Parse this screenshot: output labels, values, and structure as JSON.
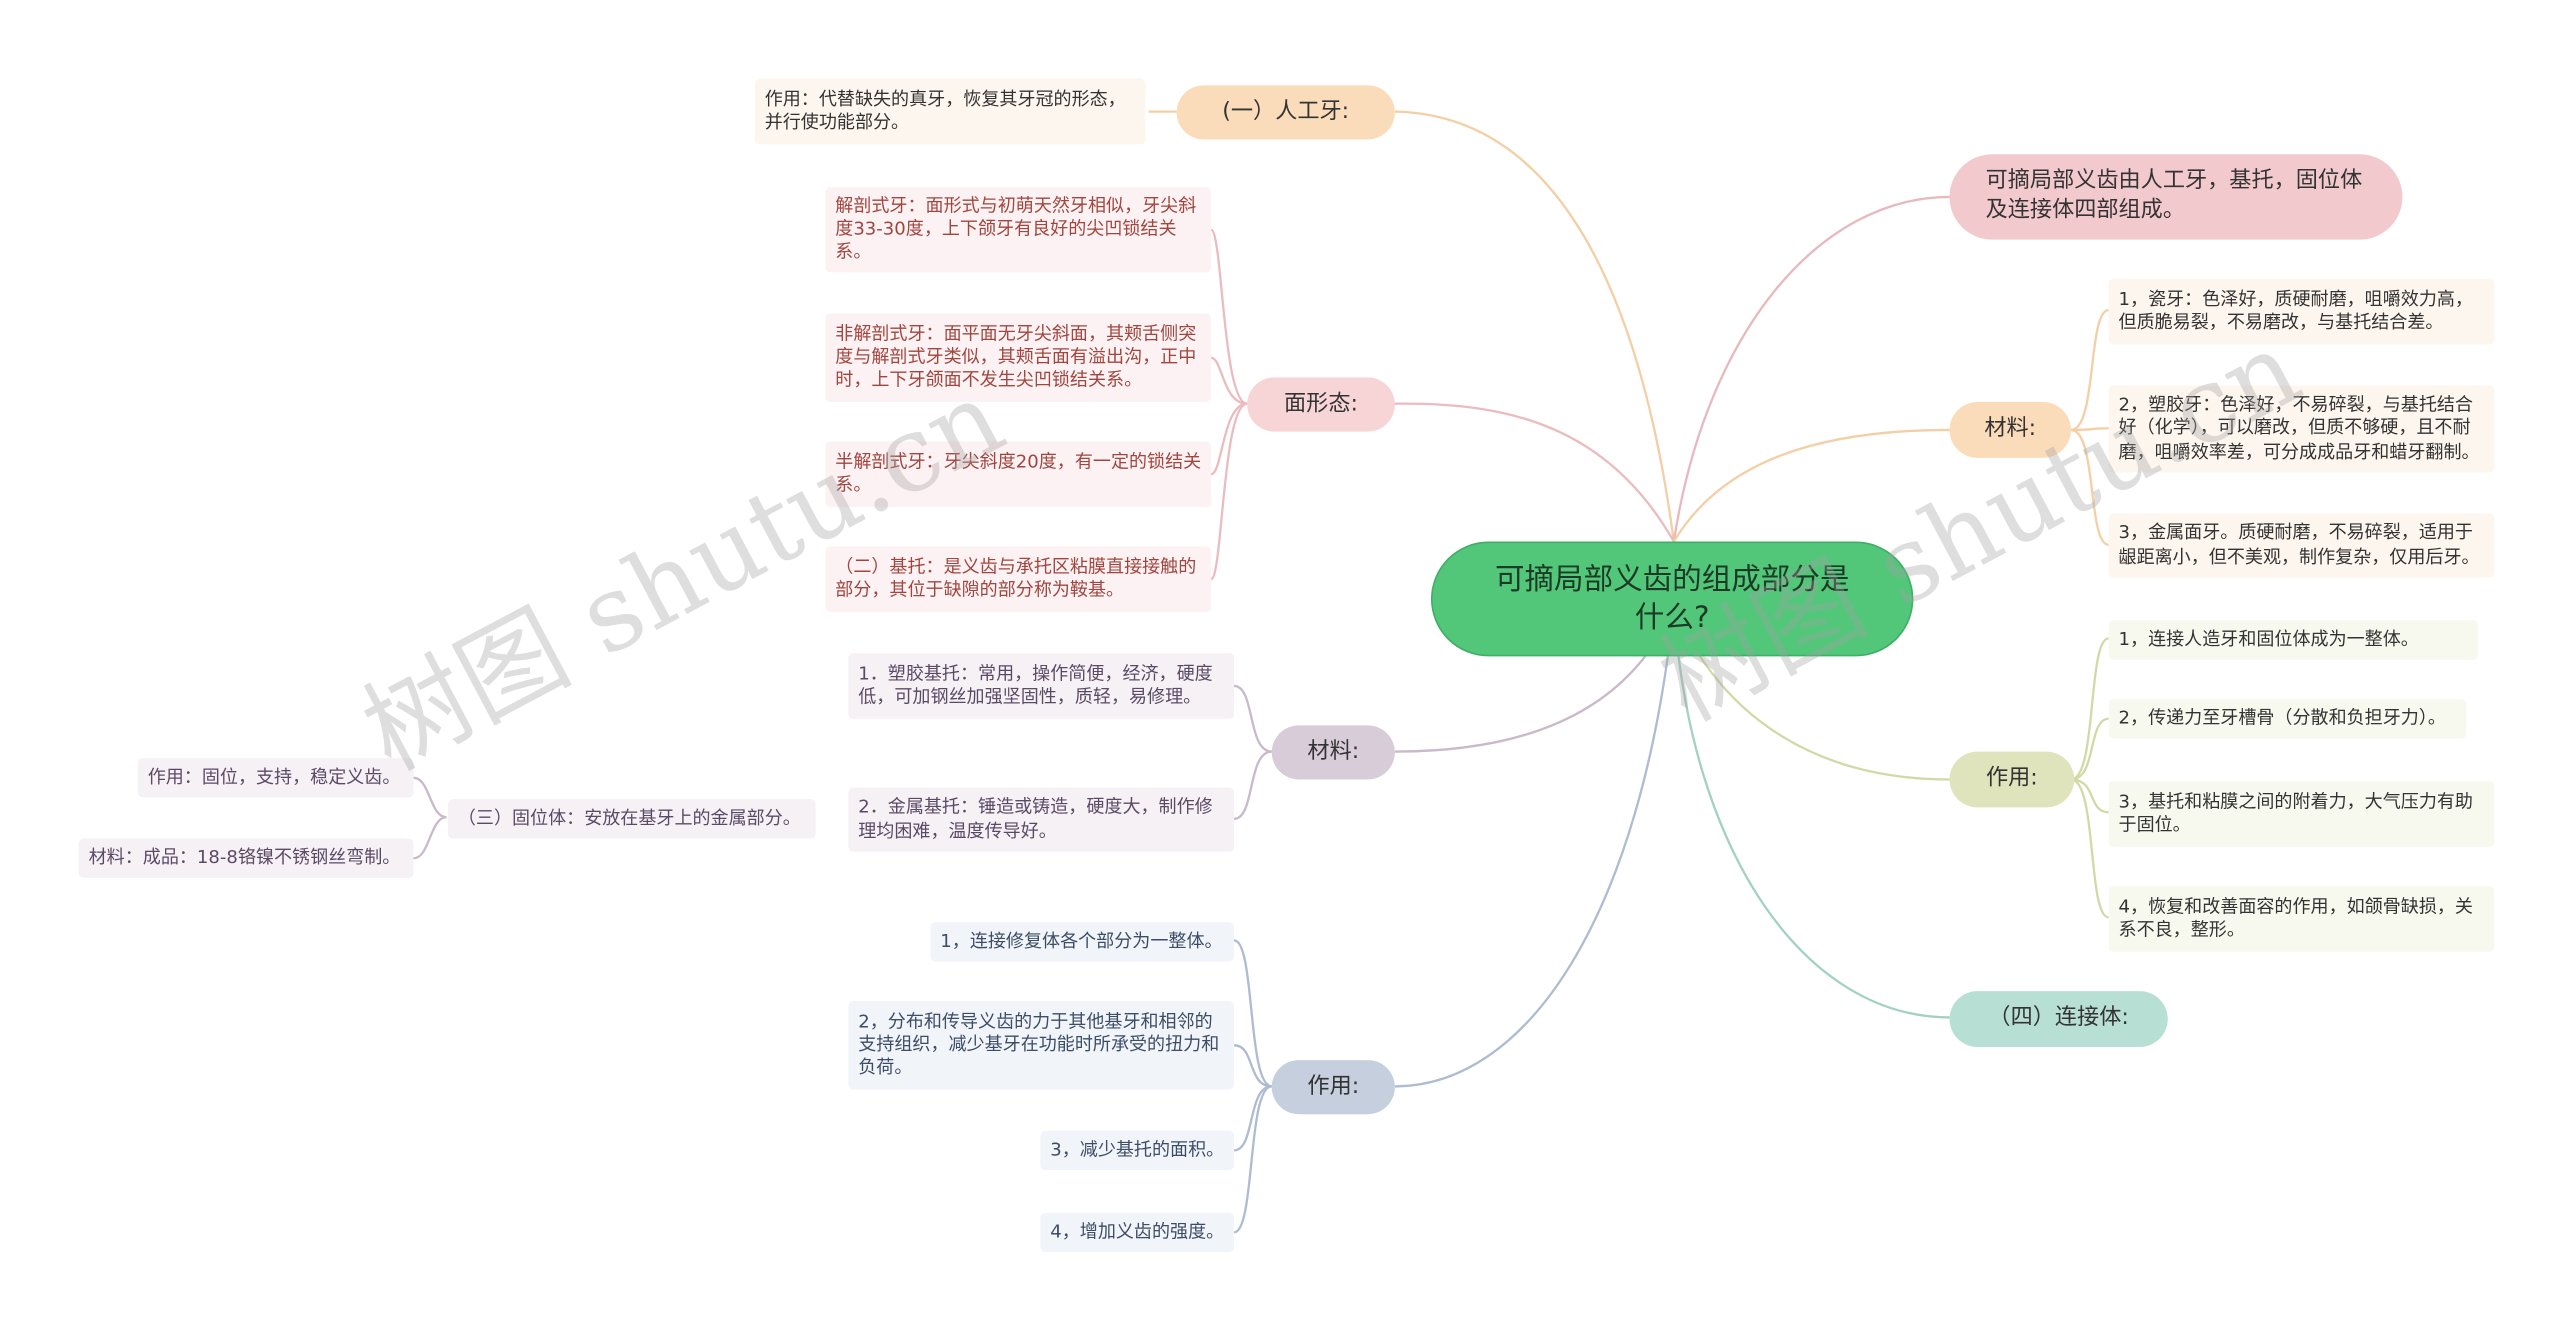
{
  "root": "可摘局部义齿的组成部分是什么?",
  "summary": "可摘局部义齿由人工牙，基托，固位体及连接体四部组成。",
  "artificial_tooth": {
    "label": "(一）人工牙:",
    "desc": "作用：代替缺失的真牙，恢复其牙冠的形态，并行使功能部分。"
  },
  "surface_form": {
    "label": "面形态:",
    "items": [
      "解剖式牙：面形式与初萌天然牙相似，牙尖斜度33-30度，上下颌牙有良好的尖凹锁结关系。",
      "非解剖式牙：面平面无牙尖斜面，其颊舌侧突度与解剖式牙类似，其颊舌面有溢出沟，正中时，上下牙颌面不发生尖凹锁结关系。",
      "半解剖式牙：牙尖斜度20度，有一定的锁结关系。",
      "（二）基托：是义齿与承托区粘膜直接接触的部分，其位于缺隙的部分称为鞍基。"
    ]
  },
  "base_material": {
    "label": "材料:",
    "items": [
      "1．塑胶基托：常用，操作简便，经济，硬度低，可加钢丝加强坚固性，质轻，易修理。",
      "2．金属基托：锤造或铸造，硬度大，制作修理均困难，温度传导好。"
    ]
  },
  "retainer": {
    "label": "（三）固位体：安放在基牙上的金属部分。",
    "items": [
      "作用：固位，支持，稳定义齿。",
      "材料：成品：18-8铬镍不锈钢丝弯制。"
    ]
  },
  "base_function": {
    "label": "作用:",
    "items": [
      "1，连接修复体各个部分为一整体。",
      "2，分布和传导义齿的力于其他基牙和相邻的支持组织，减少基牙在功能时所承受的扭力和负荷。",
      "3，减少基托的面积。",
      "4，增加义齿的强度。"
    ]
  },
  "tooth_material": {
    "label": "材料:",
    "items": [
      "1，瓷牙：色泽好，质硬耐磨，咀嚼效力高，但质脆易裂，不易磨改，与基托结合差。",
      "2，塑胶牙：色泽好，不易碎裂，与基托结合好（化学），可以磨改，但质不够硬，且不耐磨，咀嚼效率差，可分成成品牙和蜡牙翻制。",
      "3，金属面牙。质硬耐磨，不易碎裂，适用于龈距离小，但不美观，制作复杂，仅用后牙。"
    ]
  },
  "tooth_function": {
    "label": "作用:",
    "items": [
      "1，连接人造牙和固位体成为一整体。",
      "2，传递力至牙槽骨（分散和负担牙力）。",
      "3，基托和粘膜之间的附着力，大气压力有助于固位。",
      "4，恢复和改善面容的作用，如颌骨缺损，关系不良，整形。"
    ]
  },
  "connector": {
    "label": "（四）连接体:"
  },
  "watermark": [
    "树图 shutu.cn",
    "树图 shutu.cn"
  ],
  "colors": {
    "root": "#52c77a",
    "summary": "#f2c9cc",
    "artificial": "#fbdcba",
    "surface": "#f7d4d6",
    "base_mat": "#d8ccd8",
    "base_func": "#c5cfdd",
    "tooth_mat": "#fbdcba",
    "tooth_func": "#dfe4bd",
    "connector": "#b8dfd3"
  }
}
